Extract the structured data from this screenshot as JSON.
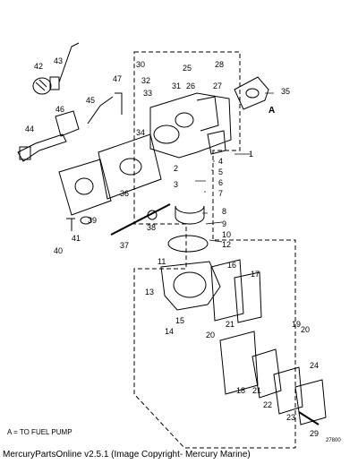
{
  "labels": {
    "n1": "1",
    "n2": "2",
    "n3": "3",
    "n4": "4",
    "n5": "5",
    "n6": "6",
    "n7": "7",
    "n8": "8",
    "n9": "9",
    "n10": "10",
    "n11": "11",
    "n12": "12",
    "n13": "13",
    "n14": "14",
    "n15": "15",
    "n16": "16",
    "n17": "17",
    "n18": "18",
    "n19": "19",
    "n20": "20",
    "n20b": "20",
    "n21": "21",
    "n21b": "21",
    "n22": "22",
    "n23": "23",
    "n24": "24",
    "n25": "25",
    "n26": "26",
    "n27": "27",
    "n28": "28",
    "n29": "29",
    "n30": "30",
    "n31": "31",
    "n32": "32",
    "n33": "33",
    "n34": "34",
    "n35": "35",
    "n36": "36",
    "n37": "37",
    "n38": "38",
    "n39": "39",
    "n40": "40",
    "n41": "41",
    "n42": "42",
    "n43": "43",
    "n44": "44",
    "n45": "45",
    "n46": "46",
    "n47": "47",
    "a_marker": "A"
  },
  "legend": "A = TO FUEL PUMP",
  "footer": "MercuryPartsOnline v2.5.1 (Image Copyright- Mercury Marine)",
  "drawing_number": "27800"
}
